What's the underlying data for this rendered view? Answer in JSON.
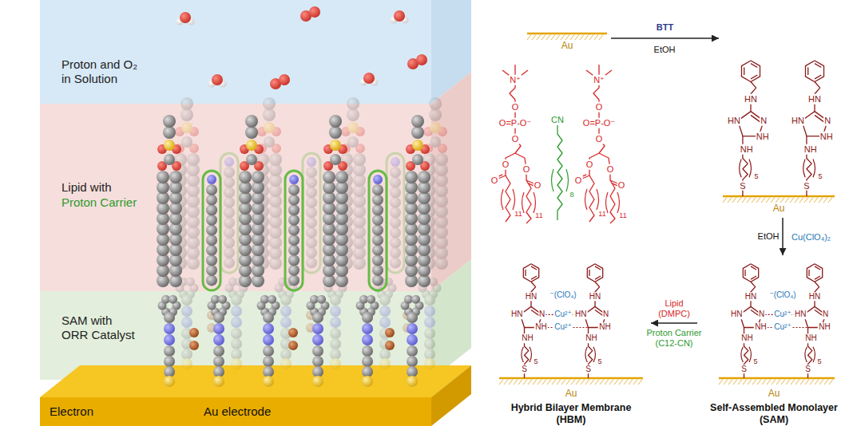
{
  "diagram": {
    "nodes": [
      {
        "text": [
          "Proton and O₂ in Solution"
        ]
      },
      {
        "text": [
          "Lipid with",
          "Proton Carrier"
        ]
      },
      {
        "text": [
          "SAM with ORR Catalyst"
        ]
      },
      {
        "text": [
          "Electron",
          "Au electrode"
        ]
      },
      {
        "text": [
          "Au"
        ]
      },
      {
        "text": [
          "Au"
        ]
      },
      {
        "text": [
          "Au",
          "Self-Assembled Monolayer (SAM)"
        ]
      },
      {
        "text": [
          "Au",
          "Hybrid Bilayer Membrane (HBM)"
        ]
      }
    ],
    "edges": [
      {
        "from": 4,
        "to": 5,
        "arrow": "to",
        "label": "BTT"
      },
      {
        "from": 5,
        "to": 6,
        "arrow": "to",
        "label": "Cu(ClO₄)₂"
      },
      {
        "from": 6,
        "to": 7,
        "arrow": "to",
        "label": "Lipid (DMPC)"
      }
    ],
    "labels": [
      "EtOH",
      "EtOH",
      "Proton Carrier (C12-CN)",
      "HN",
      "N",
      "NH",
      "HN",
      "NH",
      "5",
      "S",
      "HN",
      "N",
      "NH",
      "HN",
      "NH",
      "5",
      "S",
      "HN",
      "N",
      "NH",
      "HN",
      "NH",
      "5",
      "S",
      "HN",
      "N",
      "NH",
      "HN",
      "NH",
      "5",
      "S",
      "Cu²⁺",
      "Cu²⁺",
      "⁻(ClO₄)",
      "HN",
      "N",
      "NH",
      "HN",
      "NH",
      "5",
      "S",
      "HN",
      "N",
      "NH",
      "HN",
      "NH",
      "5",
      "S",
      "Cu²⁺",
      "Cu²⁺",
      "⁻(ClO₄)",
      "N⁺",
      "O",
      "O=P-O⁻",
      "O",
      "O",
      "O",
      "O",
      "O",
      "11",
      "11",
      "N⁺",
      "O",
      "O=P-O⁻",
      "O",
      "O",
      "O",
      "O",
      "O",
      "11",
      "11",
      "CN",
      "8"
    ]
  }
}
